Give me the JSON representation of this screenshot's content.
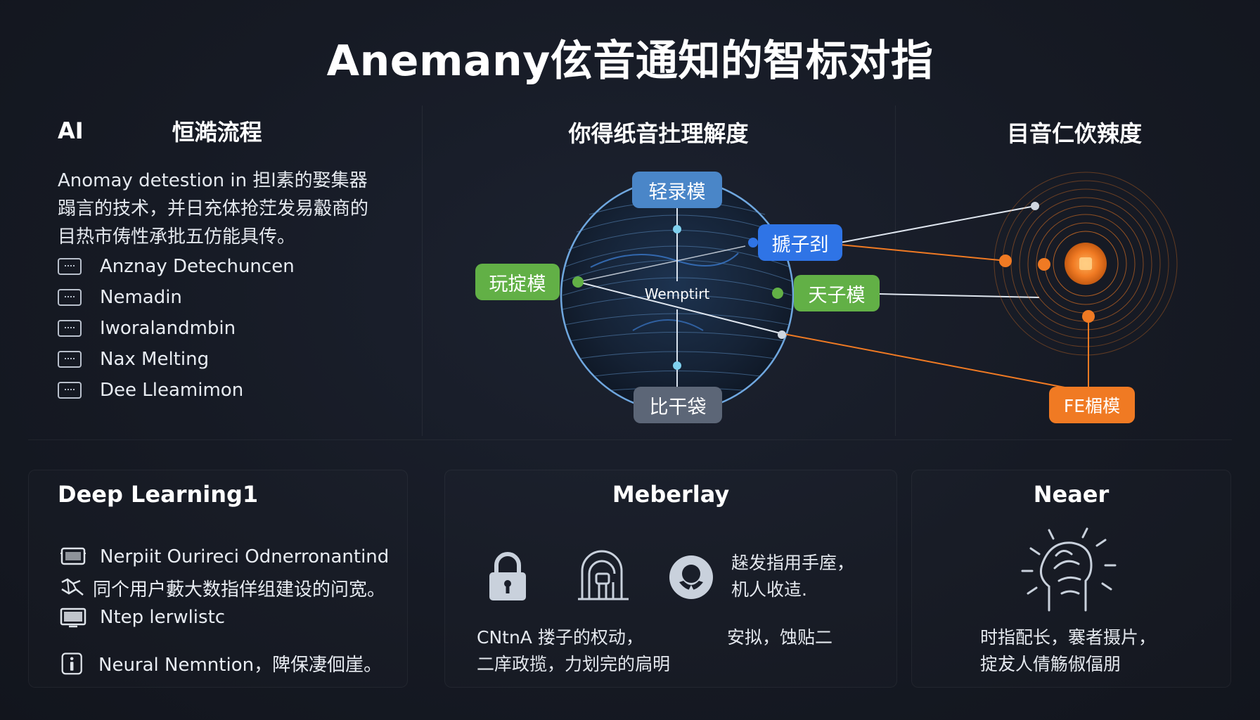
{
  "title": "Anemany伭音通知的智标对指",
  "panel_left": {
    "heading_a": "AI",
    "heading_b": "恒澔流程",
    "desc_lines": [
      "Anomay detestion in 担l素的娶集器",
      "蹋言的技术，并日充体抢茳发易觳商的",
      "目热市俦性承批五仿能具传。"
    ],
    "items": [
      "Anznay Detechuncen",
      "Nemadin",
      "Iworalandmbin",
      "Nax Melting",
      "Dee Lleamimon"
    ]
  },
  "panel_center": {
    "heading": "你得纸音扗理解度",
    "center_label": "Wemptirt",
    "nodes": {
      "top": "轻录模",
      "left": "玩掟模",
      "right_top": "搋子刭",
      "right": "天子模",
      "bottom": "比干袋"
    }
  },
  "panel_right": {
    "heading": "目音仁佽辣度",
    "node": "FE楣模"
  },
  "panel_dl": {
    "heading": "Deep Learning1",
    "rows": [
      "Nerpiit Ourireci Odnerronantind",
      "同个用户藪大数指佯组建设的问宽。",
      "Ntep lerwlistc",
      "Neural Nemntion，陴保凄佪崖。"
    ]
  },
  "panel_mem": {
    "heading": "Meberlay",
    "side_lines": [
      "趓发指用手庢，",
      "机人收迼."
    ],
    "bottom_left": [
      "CNtnA   搂子的权动，",
      "二庠政揽，力划完的扃明"
    ],
    "bottom_right": "安拟，蚀贴二"
  },
  "panel_near": {
    "heading": "Neaer",
    "lines": [
      "时指配长，褰者摄片，",
      "掟犮人倩觞俶偪朋"
    ]
  },
  "colors": {
    "accent_blue": "#4a86c8",
    "accent_green": "#62b046",
    "accent_orange": "#f07a23",
    "accent_gray": "#5c6677"
  }
}
